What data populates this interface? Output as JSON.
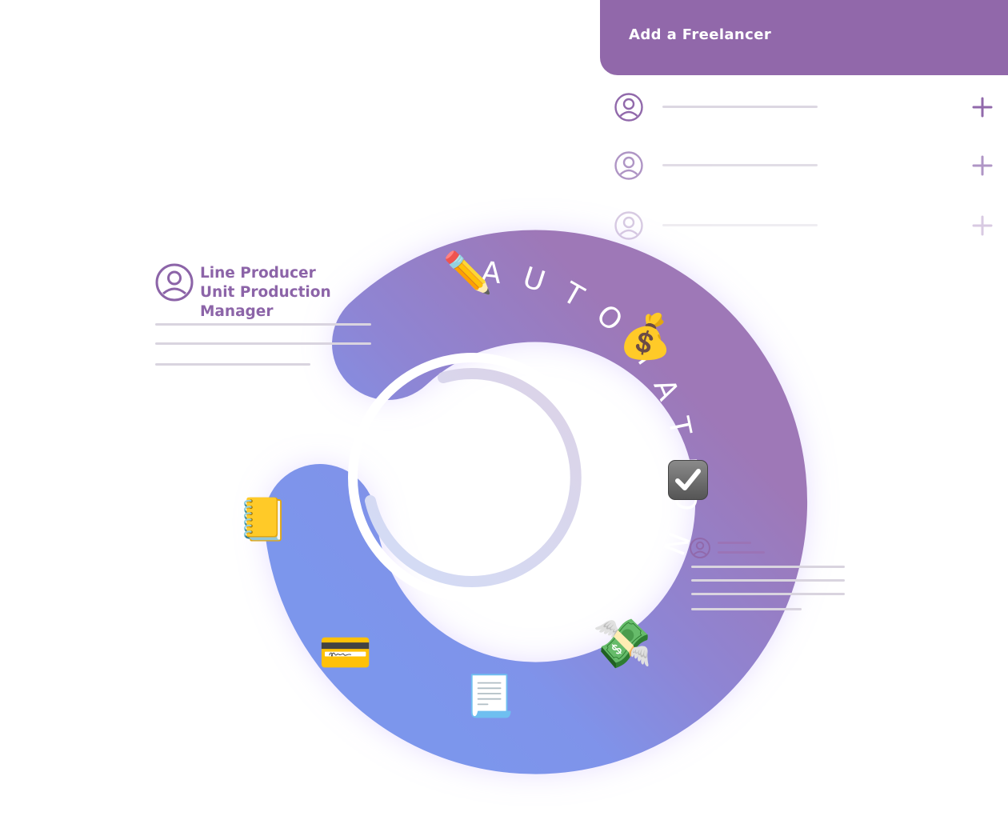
{
  "freelancer_panel": {
    "title": "Add a Freelancer",
    "rows": [
      {
        "opacity": 1.0
      },
      {
        "opacity": 0.85
      },
      {
        "opacity": 0.45
      }
    ]
  },
  "role_card": {
    "lines": [
      "Line Producer",
      "Unit Production",
      "Manager"
    ]
  },
  "ring": {
    "label": "AUTOMATION",
    "colors": {
      "purple": "#9d7bbb",
      "blue": "#7e94ea",
      "glow": "#b9a3ff",
      "inner_arc": "#ddd6e6"
    }
  },
  "icons": [
    {
      "name": "pencil-icon",
      "glyph": "✏️"
    },
    {
      "name": "money-bag-icon",
      "glyph": "💰"
    },
    {
      "name": "checkbox-icon",
      "glyph": "✔️"
    },
    {
      "name": "flying-money-icon",
      "glyph": "💸"
    },
    {
      "name": "page-icon",
      "glyph": "📃"
    },
    {
      "name": "credit-card-icon",
      "glyph": "💳"
    },
    {
      "name": "notebook-icon",
      "glyph": "📒"
    }
  ],
  "colors": {
    "accent": "#9168aa",
    "text_purple": "#8c64a8",
    "placeholder_line": "#d9d4df"
  }
}
